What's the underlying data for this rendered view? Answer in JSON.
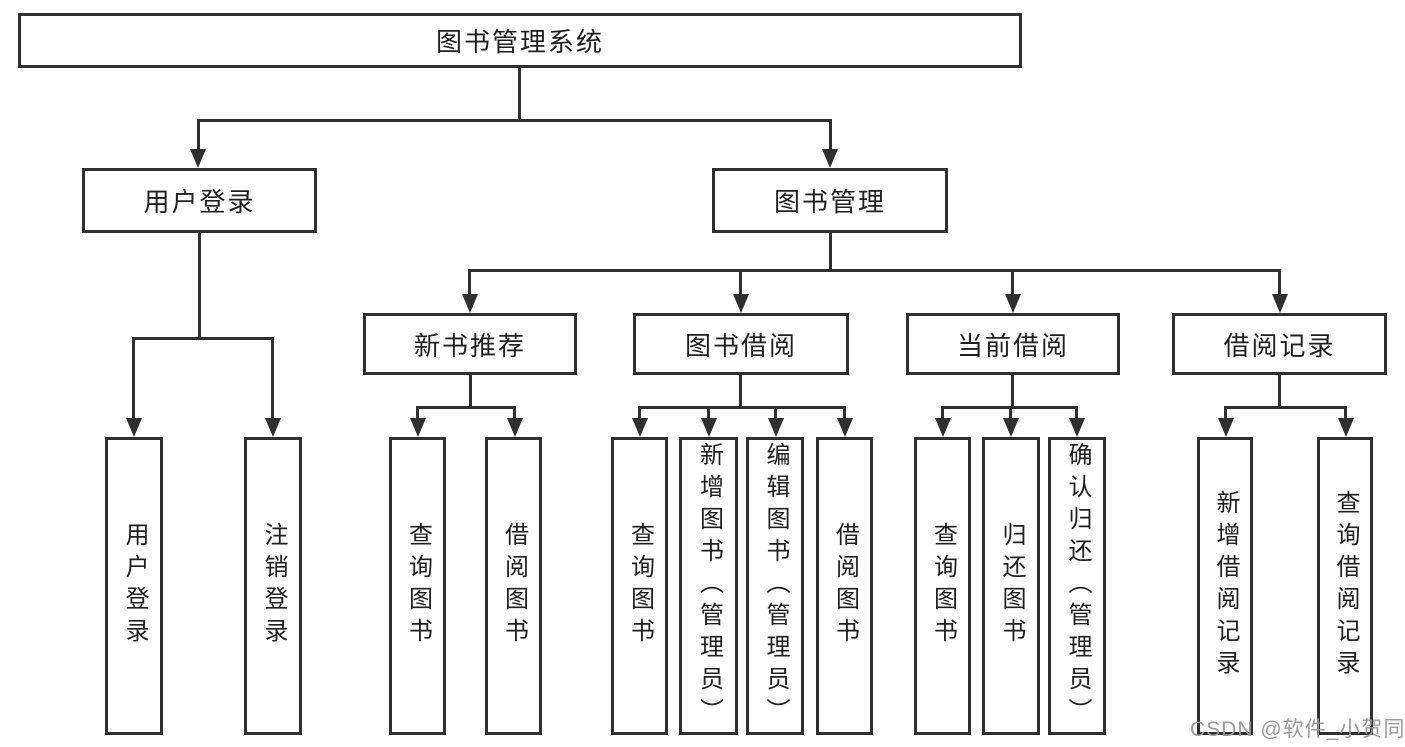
{
  "diagram": {
    "type": "hierarchy-tree",
    "tree": {
      "root": {
        "label": "图书管理系统"
      },
      "branches": [
        {
          "label": "用户登录",
          "children": [
            {
              "label": "用户登录"
            },
            {
              "label": "注销登录"
            }
          ]
        },
        {
          "label": "图书管理",
          "sections": [
            {
              "label": "新书推荐",
              "children": [
                {
                  "label": "查询图书"
                },
                {
                  "label": "借阅图书"
                }
              ]
            },
            {
              "label": "图书借阅",
              "children": [
                {
                  "label": "查询图书"
                },
                {
                  "label": "新增图书（管理员）"
                },
                {
                  "label": "编辑图书（管理员）"
                },
                {
                  "label": "借阅图书"
                }
              ]
            },
            {
              "label": "当前借阅",
              "children": [
                {
                  "label": "查询图书"
                },
                {
                  "label": "归还图书"
                },
                {
                  "label": "确认归还（管理员）"
                }
              ]
            },
            {
              "label": "借阅记录",
              "children": [
                {
                  "label": "新增借阅记录"
                },
                {
                  "label": "查询借阅记录"
                }
              ]
            }
          ]
        }
      ]
    },
    "colors": {
      "line": "#2f2f2f",
      "text": "#1f1f1f",
      "background": "#ffffff",
      "watermark": "#9b9b9b"
    }
  },
  "watermark": "CSDN @软件_小贺同学"
}
